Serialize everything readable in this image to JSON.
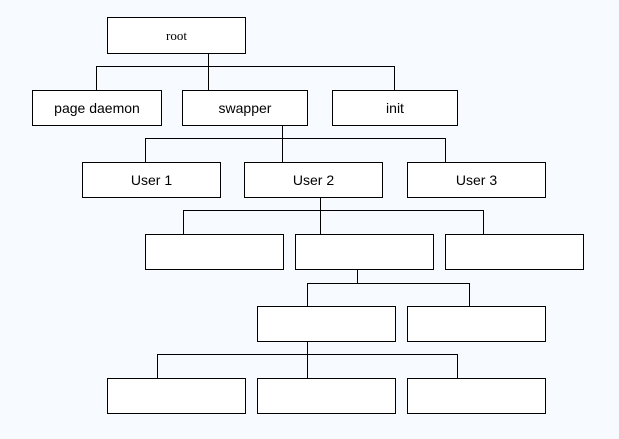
{
  "diagram": {
    "line_color": "#000000",
    "box_fill": "#ffffff",
    "background": "#f7fbff",
    "nodes": {
      "root": "root",
      "page_daemon": "page daemon",
      "swapper": "swapper",
      "init": "init",
      "user1": "User 1",
      "user2": "User 2",
      "user3": "User 3",
      "l3_left": "",
      "l3_mid": "",
      "l3_right": "",
      "l4_left": "",
      "l4_right": "",
      "l5_left": "",
      "l5_mid": "",
      "l5_right": ""
    }
  }
}
